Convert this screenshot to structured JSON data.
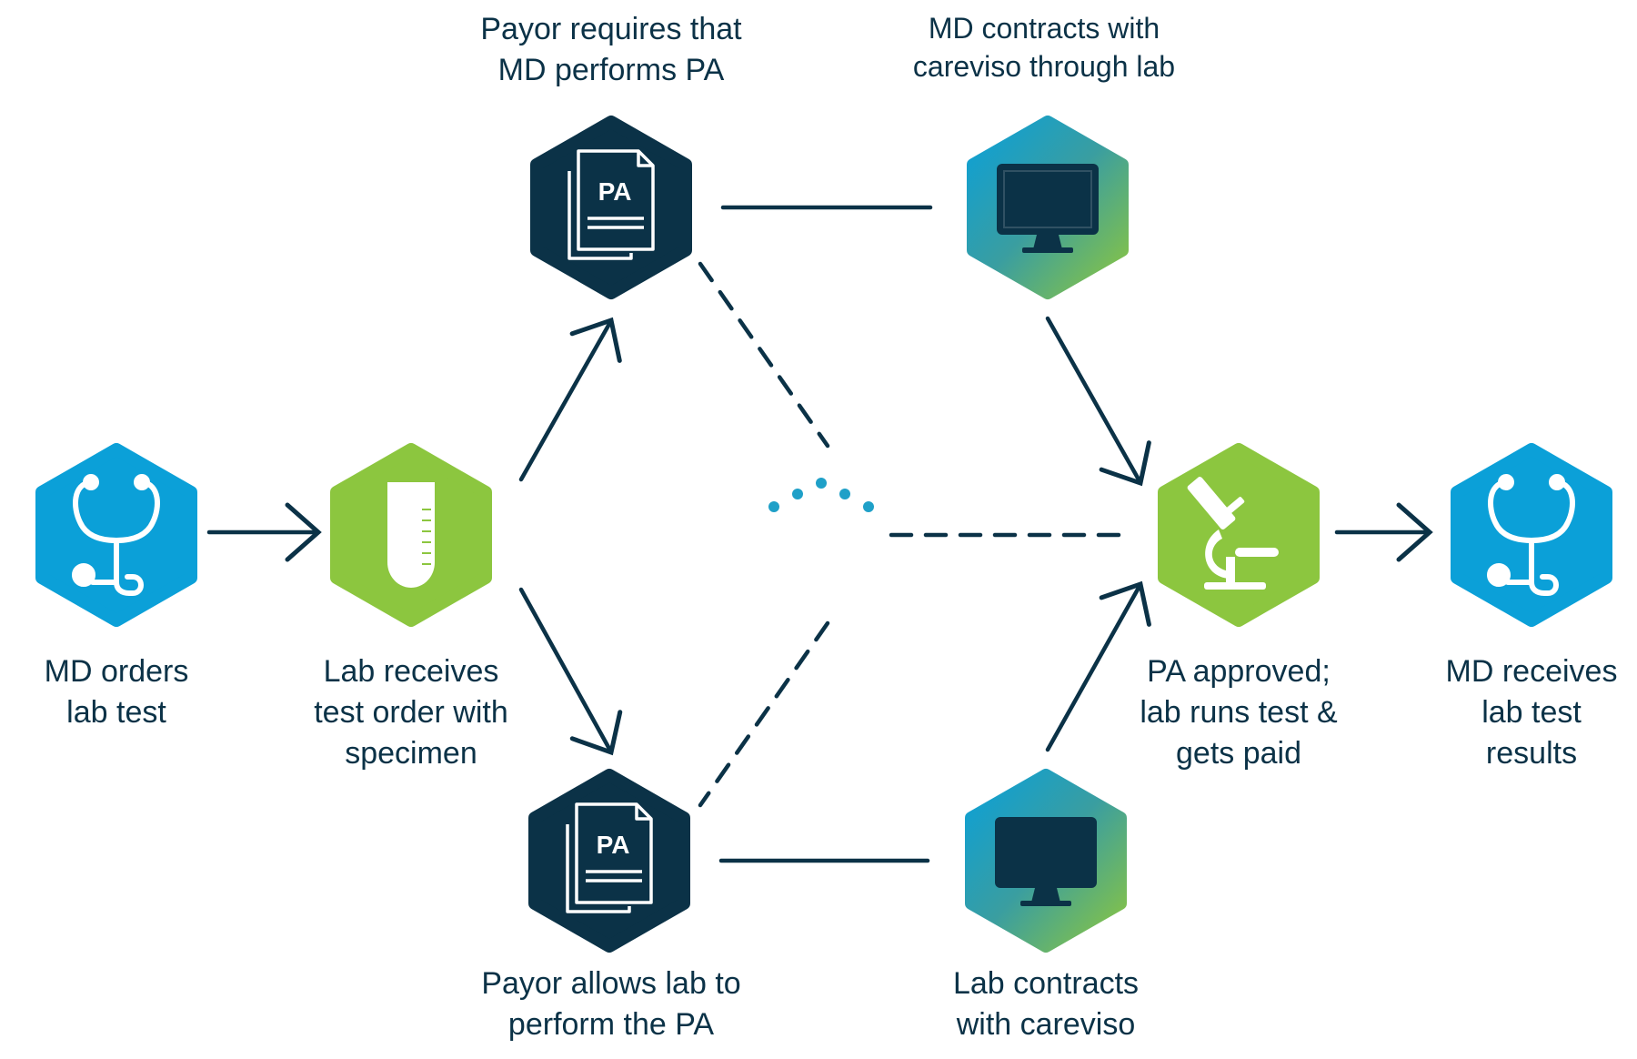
{
  "nodes": {
    "md_orders": {
      "lines": [
        "MD orders",
        "lab test"
      ],
      "icon": "stethoscope-icon",
      "color": "#0ba0d8"
    },
    "lab_receives": {
      "lines": [
        "Lab receives",
        "test order with",
        "specimen"
      ],
      "icon": "test-tube-icon",
      "color": "#8cc63f"
    },
    "payor_requires": {
      "lines": [
        "Payor requires that",
        "MD performs PA"
      ],
      "icon": "pa-document-icon",
      "color": "#0b3247",
      "badge": "PA"
    },
    "md_contracts": {
      "lines": [
        "MD contracts with",
        "careviso through lab"
      ],
      "icon": "monitor-icon"
    },
    "payor_allows": {
      "lines": [
        "Payor allows lab to",
        "perform the PA"
      ],
      "icon": "pa-document-icon",
      "color": "#0b3247",
      "badge": "PA"
    },
    "lab_contracts": {
      "lines": [
        "Lab contracts",
        "with careviso"
      ],
      "icon": "monitor-icon"
    },
    "pa_approved": {
      "lines": [
        "PA approved;",
        "lab runs test &",
        "gets paid"
      ],
      "icon": "microscope-icon",
      "color": "#8cc63f"
    },
    "md_receives": {
      "lines": [
        "MD receives",
        "lab test",
        "results"
      ],
      "icon": "stethoscope-icon",
      "color": "#0ba0d8"
    }
  },
  "center": {
    "icon": "careviso-logo-icon"
  },
  "colors": {
    "navy": "#0b3247",
    "blue": "#0ba0d8",
    "green": "#8cc63f"
  }
}
